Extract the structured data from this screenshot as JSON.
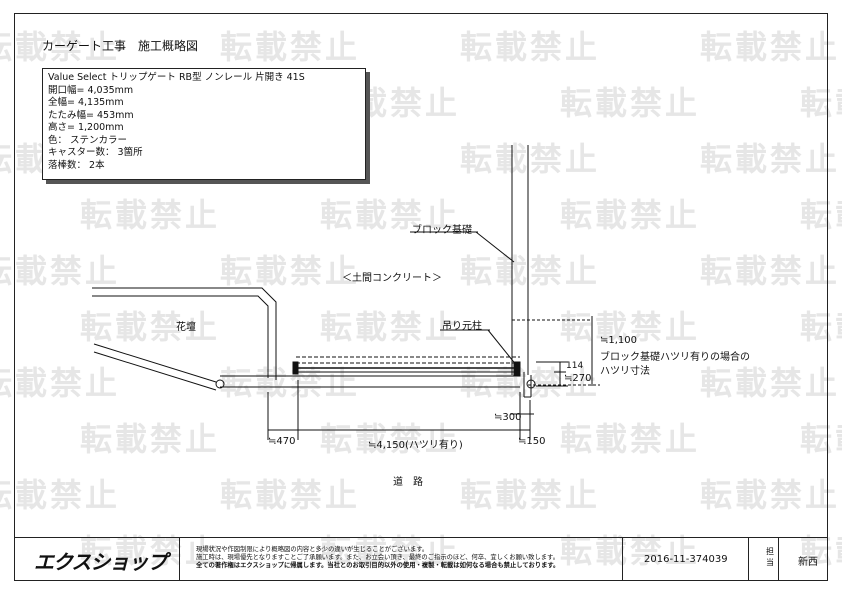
{
  "header": {
    "title": "カーゲート工事　施工概略図"
  },
  "spec": {
    "lines": [
      "Value Select トリップゲート RB型 ノンレール 片開き 41S",
      "開口幅= 4,035mm",
      "全幅= 4,135mm",
      "たたみ幅= 453mm",
      "高さ= 1,200mm",
      "色： ステンカラー",
      "キャスター数： 3箇所",
      "落棒数： 2本"
    ]
  },
  "watermark": {
    "text": "転載禁止"
  },
  "drawing": {
    "labels": {
      "block_foundation": "ブロック基礎",
      "earth_concrete": "＜土間コンクリート＞",
      "flower_bed": "花壇",
      "hanging_post": "吊り元柱",
      "road": "道　路",
      "hatsuri_note_1": "ブロック基礎ハツリ有りの場合の",
      "hatsuri_note_2": "ハツリ寸法"
    },
    "dimensions": {
      "d1100": "≒1,100",
      "d114": "114",
      "d270": "≒270",
      "d300": "≒300",
      "d470": "≒470",
      "d4150": "≒4,150(ハツリ有り)",
      "d150": "≒150"
    }
  },
  "footer": {
    "logo": "エクスショップ",
    "notes": [
      "現場状況や作図制限により概略図の内容と多少の違いが生じることがございます。",
      "施工時は、現場優先となりますことご了承願います。また、お立会い頂き、最終のご指示のほど、何卒、宜しくお願い致します。",
      "全ての著作権はエクスショップに帰属します。当社とのお取引目的以外の使用・複製・転載は如何なる場合も禁止しております。"
    ],
    "doc_number": "2016-11-374039",
    "staff_label": "担当",
    "staff_name": "新西"
  }
}
